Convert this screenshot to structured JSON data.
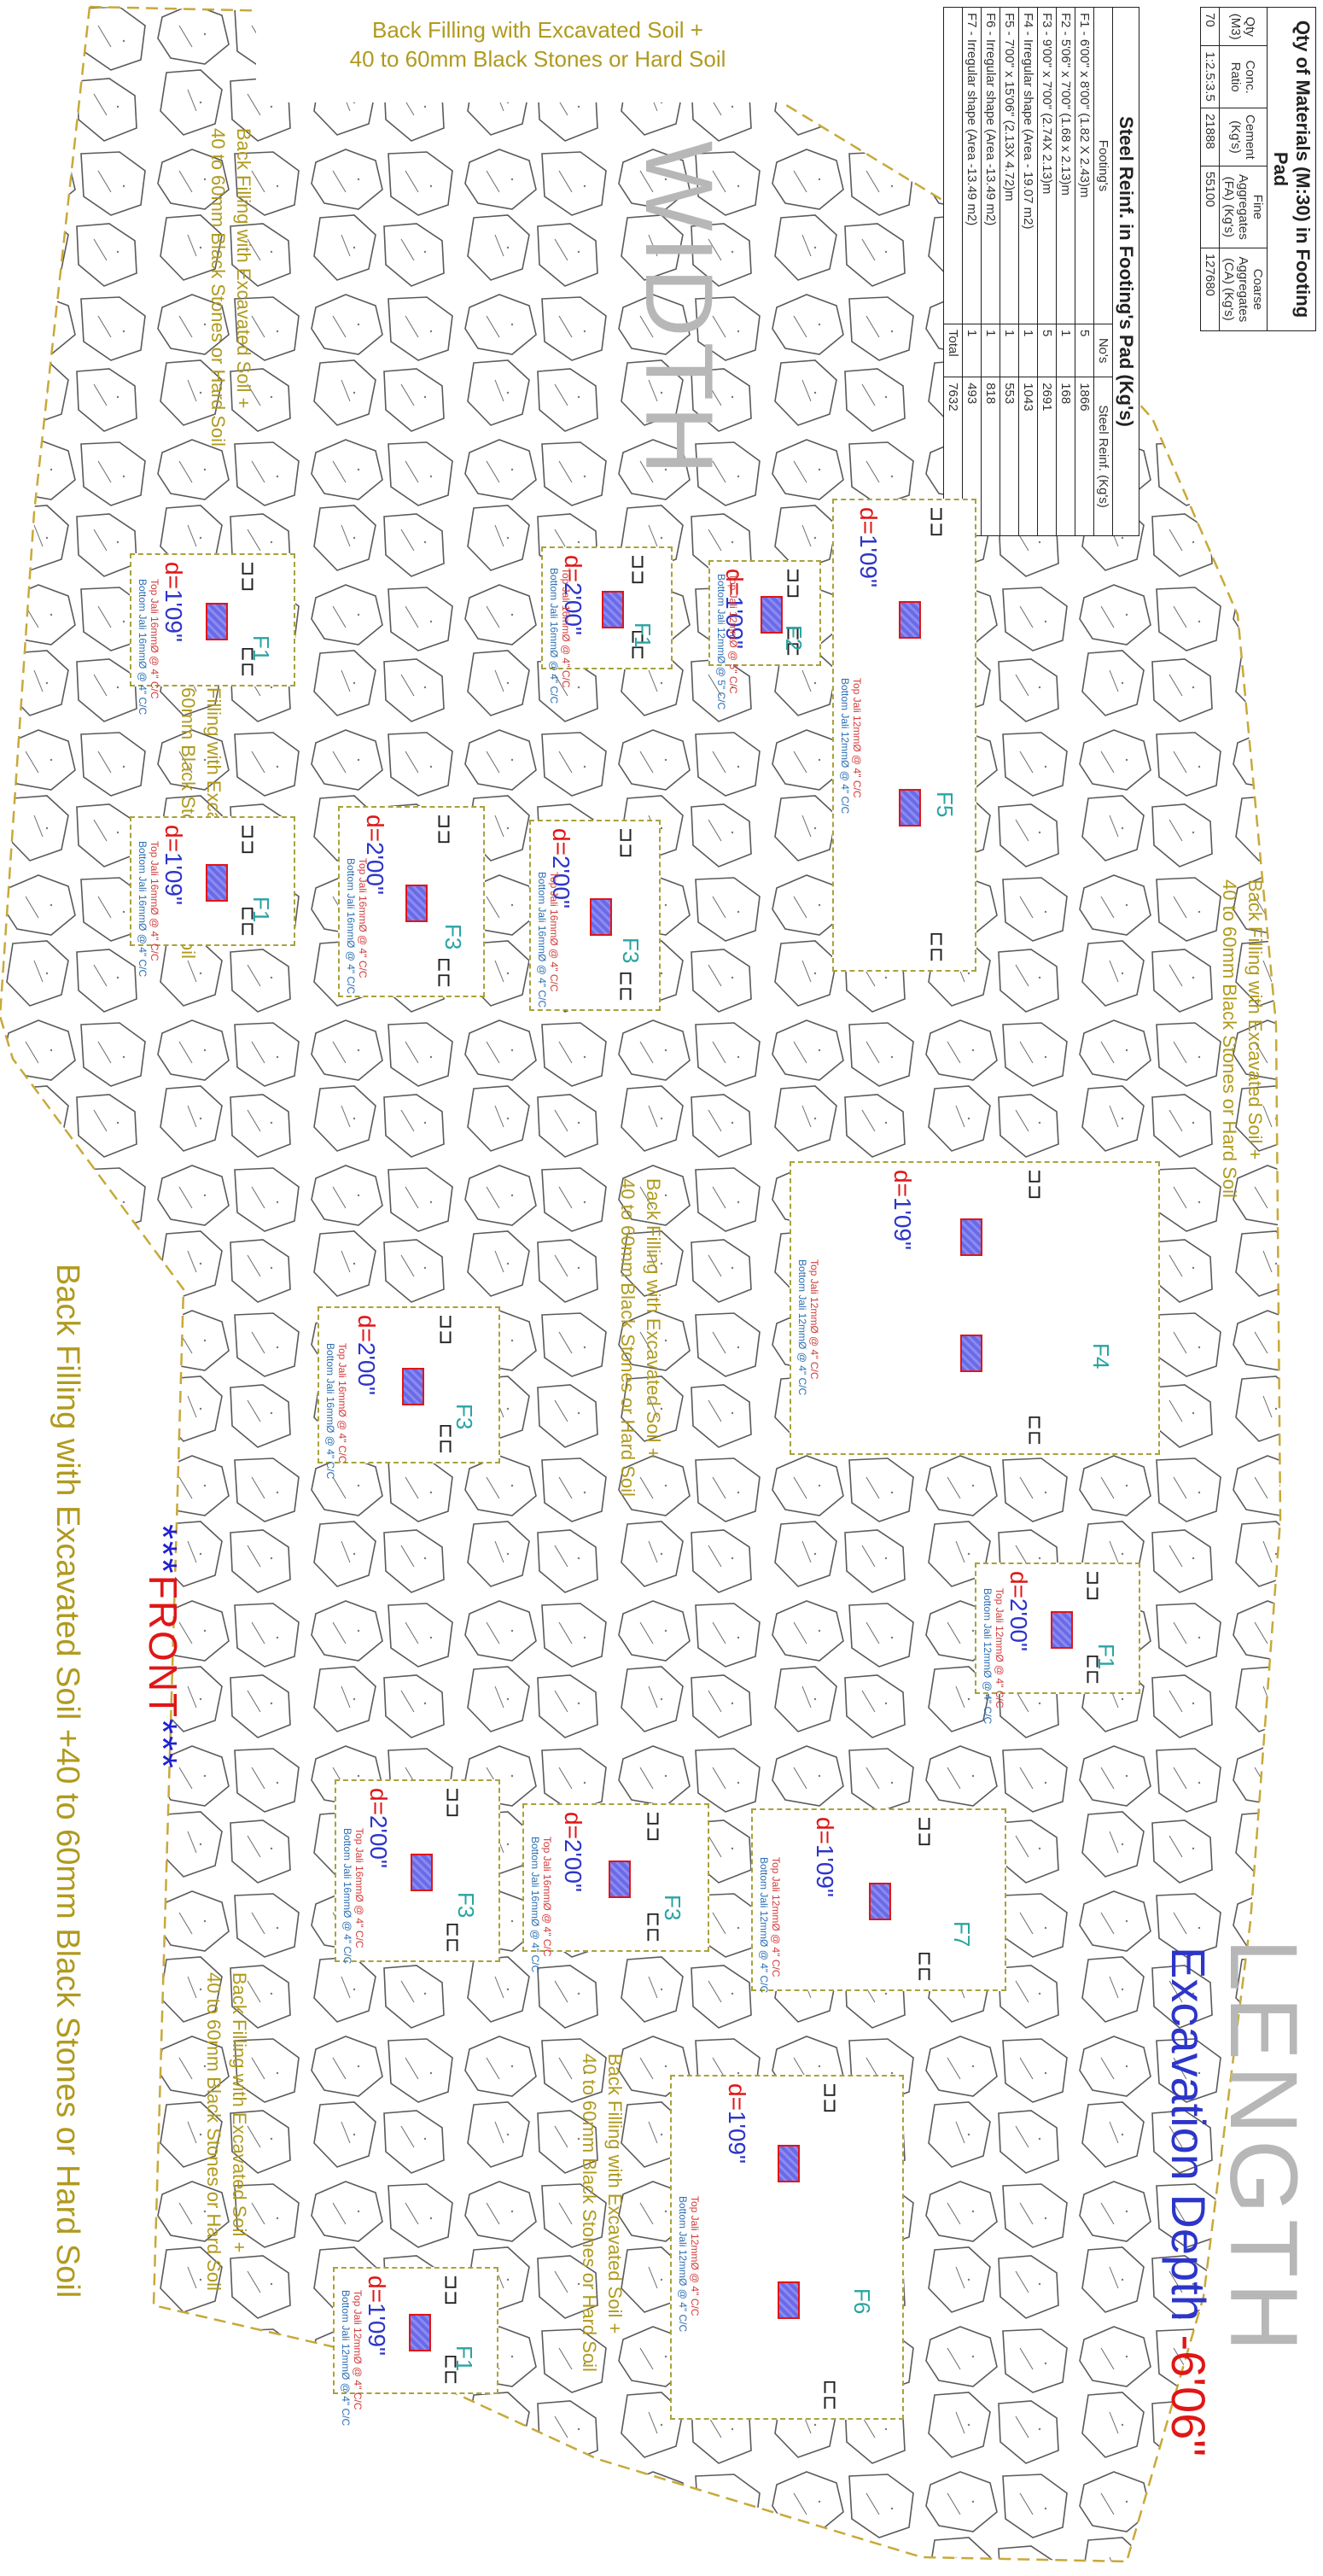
{
  "labels": {
    "width": "WIDTH",
    "length": "LENGTH",
    "depth_prefix": "Excavation Depth ",
    "depth_value": "-6'06\"",
    "front_stars_left": "***",
    "front_word": "FRONT",
    "front_stars_right": "***",
    "backfill_line1": "Back Filling with Excavated Soil +",
    "backfill_line2": "40 to 60mm Black Stones or Hard Soil",
    "backfill_full": "Back Filling with Excavated Soil +40 to 60mm Black Stones or Hard Soil"
  },
  "materials_table": {
    "title": "Qty of Materials (M:30) in Footing Pad",
    "headers": [
      "Qty (M3)",
      "Conc. Ratio",
      "Cement (Kg's)",
      "Fine Aggregates (FA) (Kg's)",
      "Coarse Aggregates (CA) (Kg's)"
    ],
    "row": [
      "70",
      "1:2.5:3.5",
      "21888",
      "55100",
      "127680"
    ]
  },
  "steel_table": {
    "title": "Steel Reinf. in Footing's Pad  (Kg's)",
    "headers": [
      "Footing's",
      "No's",
      "Steel Reinf. (Kg's)"
    ],
    "rows": [
      [
        "F1 - 6'00\" x 8'00\" (1.82 X 2.43)m",
        "5",
        "1866"
      ],
      [
        "F2 - 5'06\" x 7'00\" (1.68 x 2.13)m",
        "1",
        "168"
      ],
      [
        "F3 - 9'00\" x 7'00\" (2.74X 2.13)m",
        "5",
        "2691"
      ],
      [
        "F4 - Irregular shape (Area - 19.07 m2)",
        "1",
        "1043"
      ],
      [
        "F5 - 7'00\" x 15'06\" (2.13X 4.72)m",
        "1",
        "553"
      ],
      [
        "F6 - Irregular shape (Area -13.49 m2)",
        "1",
        "818"
      ],
      [
        "F7 - Irregular shape (Area -13.49 m2)",
        "1",
        "493"
      ]
    ],
    "total_label": "Total",
    "total_value": "7632"
  },
  "pads": [
    {
      "name": "F1",
      "depth": "1'09\"",
      "top": "Top Jali 16mmØ @ 4\" C/C",
      "bottom": "Bottom Jali 16mmØ @ 4\" C/C"
    },
    {
      "name": "F1",
      "depth": "2'00\"",
      "top": "Top Jali 16mmØ @ 4\" C/C",
      "bottom": "Bottom Jali 16mmØ @ 4\" C/C"
    },
    {
      "name": "F2",
      "depth": "1'09\"",
      "top": "Top Jali 12mmØ @ 5\" C/C",
      "bottom": "Bottom Jali 12mmØ @ 5\" C/C"
    },
    {
      "name": "F5",
      "depth": "1'09\"",
      "top": "Top Jali 12mmØ @ 4\" C/C",
      "bottom": "Bottom Jali 12mmØ @ 4\" C/C"
    },
    {
      "name": "F1",
      "depth": "1'09\"",
      "top": "Top Jali 16mmØ @ 4\" C/C",
      "bottom": "Bottom Jali 16mmØ @ 4\" C/C"
    },
    {
      "name": "F3",
      "depth": "2'00\"",
      "top": "Top Jali 16mmØ @ 4\" C/C",
      "bottom": "Bottom Jali 16mmØ @ 4\" C/C"
    },
    {
      "name": "F3",
      "depth": "2'00\"",
      "top": "Top Jali 16mmØ @ 4\" C/C",
      "bottom": "Bottom Jali 16mmØ @ 4\" C/C"
    },
    {
      "name": "F4",
      "depth": "1'09\"",
      "top": "Top Jali 12mmØ @ 4\" C/C",
      "bottom": "Bottom Jali 12mmØ @ 4\" C/C"
    },
    {
      "name": "F3",
      "depth": "2'00\"",
      "top": "Top Jali 16mmØ @ 4\" C/C",
      "bottom": "Bottom Jali 16mmØ @ 4\" C/C"
    },
    {
      "name": "F1",
      "depth": "2'00\"",
      "top": "Top Jali 12mmØ @ 4\" C/C",
      "bottom": "Bottom Jali 12mmØ @ 4\" C/C"
    },
    {
      "name": "F7",
      "depth": "1'09\"",
      "top": "Top Jali 12mmØ @ 4\" C/C",
      "bottom": "Bottom Jali 12mmØ @ 4\" C/C"
    },
    {
      "name": "F3",
      "depth": "2'00\"",
      "top": "Top Jali 16mmØ @ 4\" C/C",
      "bottom": "Bottom Jali 16mmØ @ 4\" C/C"
    },
    {
      "name": "F3",
      "depth": "2'00\"",
      "top": "Top Jali 16mmØ @ 4\" C/C",
      "bottom": "Bottom Jali 16mmØ @ 4\" C/C"
    },
    {
      "name": "F6",
      "depth": "1'09\"",
      "top": "Top Jali 12mmØ @ 4\" C/C",
      "bottom": "Bottom Jali 12mmØ @ 4\" C/C"
    },
    {
      "name": "F1",
      "depth": "1'09\"",
      "top": "Top Jali 12mmØ @ 4\" C/C",
      "bottom": "Bottom Jali 12mmØ @ 4\" C/C"
    }
  ],
  "colors": {
    "olive_text": "#b09a1e",
    "boundary": "#c8a93a",
    "stone_stroke": "#555555",
    "pad_fill": "#6a6ae8",
    "pad_border": "#e01616",
    "depth_blue": "#2d35c9",
    "depth_red": "#e01616"
  }
}
